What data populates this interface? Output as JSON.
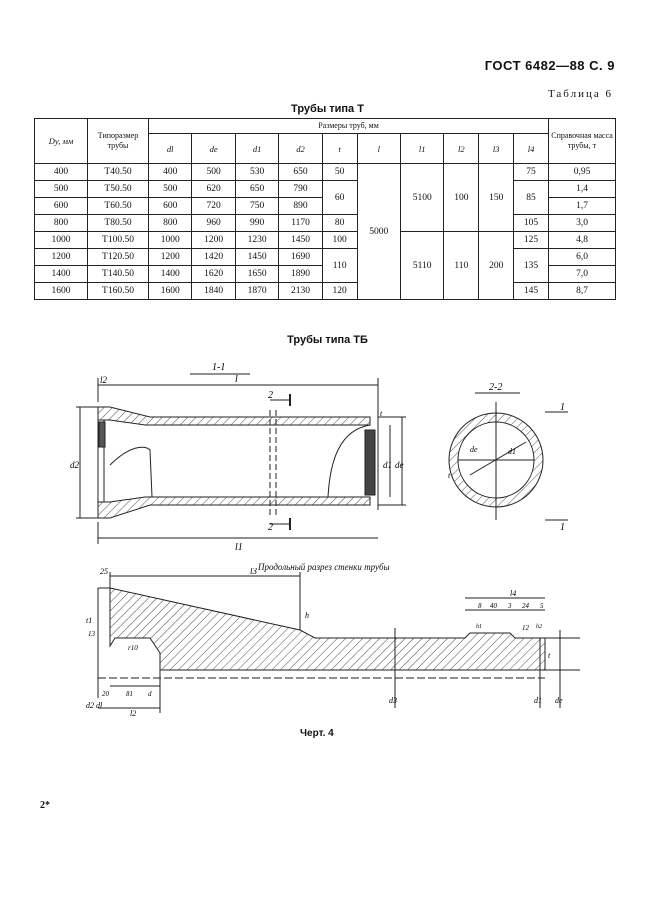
{
  "header": {
    "standard": "ГОСТ 6482—88 С. 9",
    "table_label": "Таблица 6",
    "table_title": "Трубы типа Т"
  },
  "table": {
    "col_dy": "Dу, мм",
    "col_type": "Типоразмер трубы",
    "col_sizes": "Размеры труб, мм",
    "col_mass": "Справочная масса трубы, т",
    "sub": [
      "dl",
      "de",
      "d1",
      "d2",
      "t",
      "l",
      "l1",
      "l2",
      "l3",
      "l4"
    ],
    "rows": [
      {
        "dy": "400",
        "type": "T40.50",
        "dl": "400",
        "de": "500",
        "d1": "530",
        "d2": "650",
        "m": "0,95"
      },
      {
        "dy": "500",
        "type": "T50.50",
        "dl": "500",
        "de": "620",
        "d1": "650",
        "d2": "790",
        "m": "1,4"
      },
      {
        "dy": "600",
        "type": "T60.50",
        "dl": "600",
        "de": "720",
        "d1": "750",
        "d2": "890",
        "m": "1,7"
      },
      {
        "dy": "800",
        "type": "T80.50",
        "dl": "800",
        "de": "960",
        "d1": "990",
        "d2": "1170",
        "m": "3,0"
      },
      {
        "dy": "1000",
        "type": "T100.50",
        "dl": "1000",
        "de": "1200",
        "d1": "1230",
        "d2": "1450",
        "m": "4,8"
      },
      {
        "dy": "1200",
        "type": "T120.50",
        "dl": "1200",
        "de": "1420",
        "d1": "1450",
        "d2": "1690",
        "m": "6,0"
      },
      {
        "dy": "1400",
        "type": "T140.50",
        "dl": "1400",
        "de": "1620",
        "d1": "1650",
        "d2": "1890",
        "m": "7,0"
      },
      {
        "dy": "1600",
        "type": "T160.50",
        "dl": "1600",
        "de": "1840",
        "d1": "1870",
        "d2": "2130",
        "m": "8,7"
      }
    ],
    "t_vals": [
      "50",
      "60",
      "80",
      "100",
      "110",
      "120"
    ],
    "l_val": "5000",
    "l1_vals": [
      "5100",
      "5110"
    ],
    "l2_vals": [
      "100",
      "110"
    ],
    "l3_vals": [
      "150",
      "200"
    ],
    "l4_vals": [
      "75",
      "85",
      "105",
      "125",
      "135",
      "145"
    ]
  },
  "section2_title": "Трубы типа ТБ",
  "drawing1": {
    "section_11": "1-1",
    "section_22": "2-2",
    "l": "l",
    "l1": "l1",
    "l2": "l2",
    "d2": "d2",
    "d1": "d1",
    "de": "de",
    "t": "t",
    "marker1": "1",
    "marker2": "2"
  },
  "caption": "Продольный разрез стенки трубы",
  "drawing2": {
    "d25": "25",
    "l3": "l3",
    "l4": "l4",
    "d8": "8",
    "d40": "40",
    "d3": "3",
    "d24": "24",
    "d5": "5",
    "d12": "12",
    "t1": "t1",
    "r10": "r10",
    "d20": "20",
    "d81": "81",
    "d": "d",
    "l2": "l2",
    "h": "h",
    "t": "t",
    "d1": "d1",
    "de": "de",
    "d2": "d2",
    "dl": "dl",
    "dg": "d3",
    "d13": "13",
    "h1": "h1",
    "h2": "h2"
  },
  "figure_caption": "Черт. 4",
  "page_mark": "2*"
}
